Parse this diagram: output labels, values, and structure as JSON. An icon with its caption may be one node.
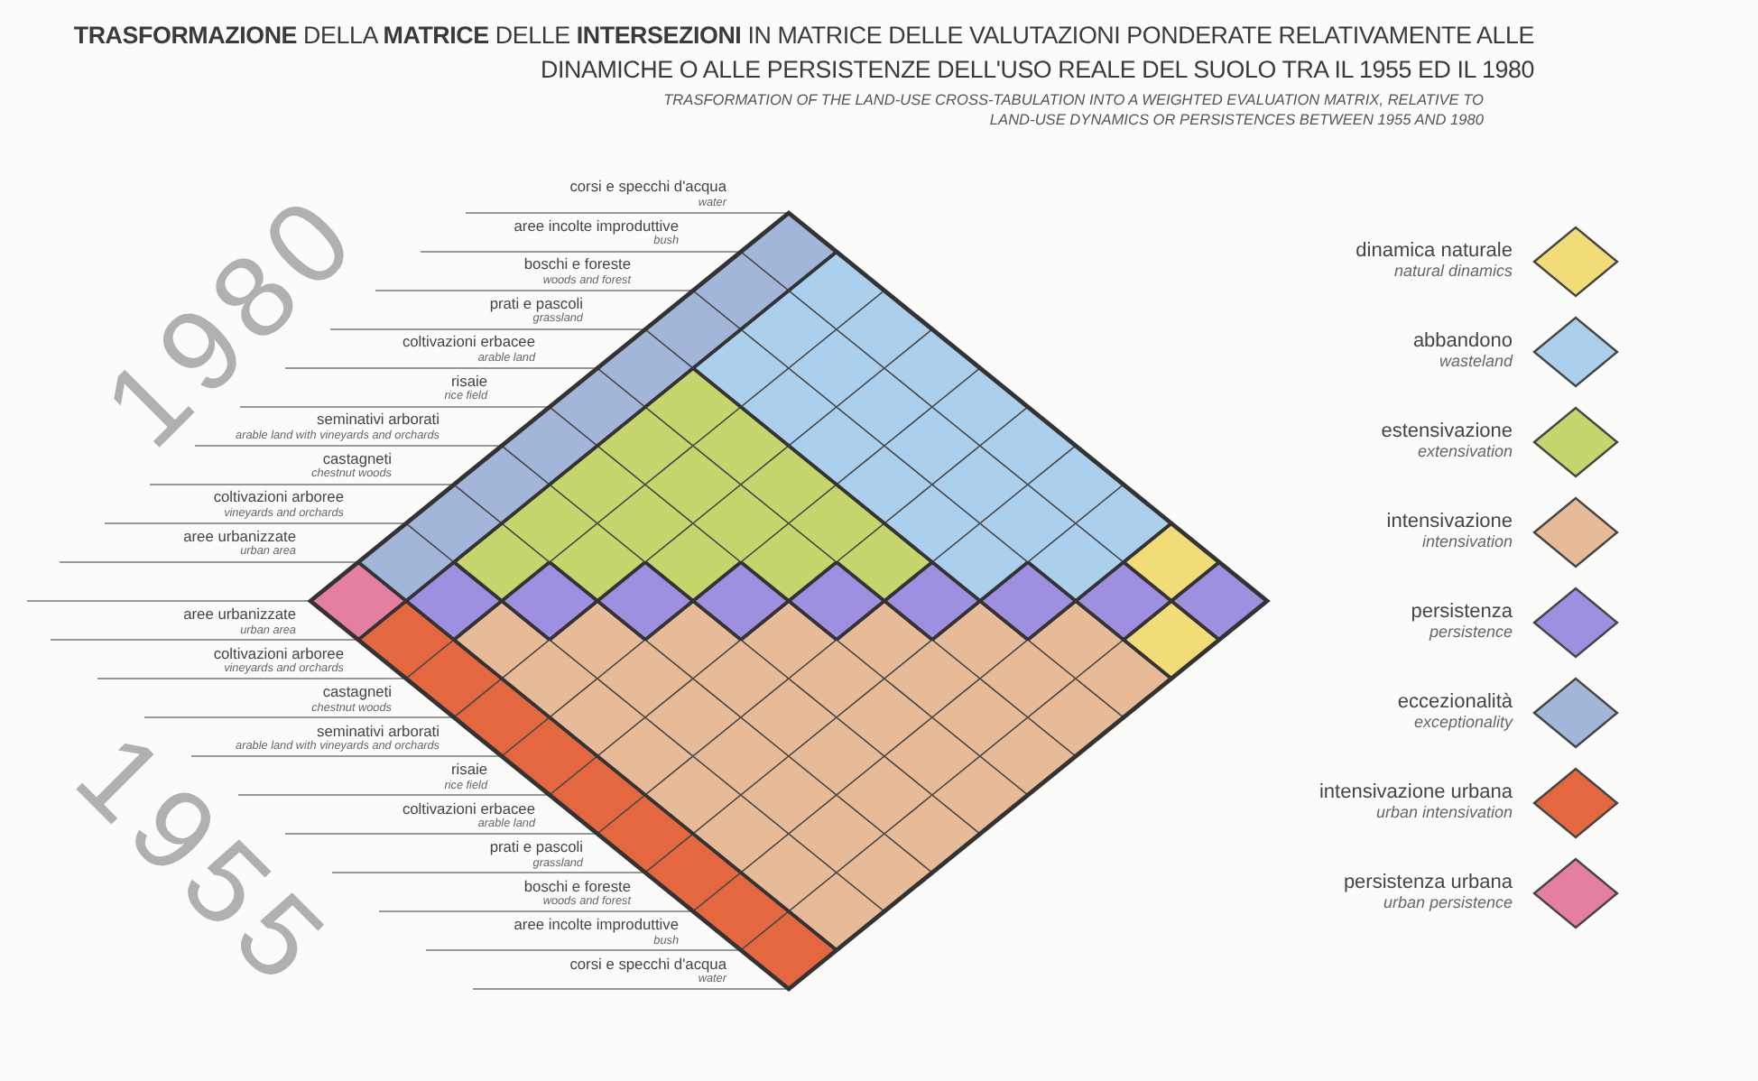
{
  "diagram": {
    "title": "**TRASFORMAZIONE** DELLA **MATRICE** DELLE **INTERSEZIONI** IN MATRICE DELLE VALUTAZIONI PONDERATE RELATIVAMENTE ALLE DINAMICHE O ALLE PERSISTENZE DELL'USO REALE DEL SUOLO TRA IL 1955 ED IL 1980",
    "labels": [
      "TRASFORMATION OF THE LAND-USE CROSS-TABULATION INTO A WEIGHTED EVALUATION MATRIX, RELATIVE TO LAND-USE DYNAMICS OR PERSISTENCES BETWEEN 1955 AND 1980",
      "1980",
      "corsi e specchi d'acqua *water*",
      "aree incolte improduttive *bush*",
      "boschi e foreste *woods and forest*",
      "prati e pascoli *grassland*",
      "coltivazioni erbacee *arable land*",
      "risaie *rice field*",
      "seminativi arborati *arable land with vineyards and orchards*",
      "castagneti *chestnut woods*",
      "coltivazioni arboree *vineyards and orchards*",
      "aree urbanizzate *urban area*",
      "1955",
      "aree urbanizzate *urban area*",
      "coltivazioni arboree *vineyards and orchards*",
      "castagneti *chestnut woods*",
      "seminativi arborati *arable land with vineyards and orchards*",
      "risaie *rice field*",
      "coltivazioni erbacee *arable land*",
      "prati e pascoli *grassland*",
      "boschi e foreste *woods and forest*",
      "aree incolte improduttive *bush*",
      "corsi e specchi d'acqua *water*"
    ],
    "legend": [
      {
        "text": "dinamica naturale *natural dinamics*",
        "color": "#f2dc78"
      },
      {
        "text": "abbandono *wasteland*",
        "color": "#abd0ee"
      },
      {
        "text": "estensivazione *extensivation*",
        "color": "#c6d66c"
      },
      {
        "text": "intensivazione *intensivation*",
        "color": "#e8bb98"
      },
      {
        "text": "persistenza *persistence*",
        "color": "#9f8fe0"
      },
      {
        "text": "eccezionalità *exceptionality*",
        "color": "#a2b6da"
      },
      {
        "text": "intensivazione urbana *urban intensivation*",
        "color": "#e4673f"
      },
      {
        "text": "persistenza urbana *urban persistence*",
        "color": "#e47fa0"
      }
    ]
  }
}
